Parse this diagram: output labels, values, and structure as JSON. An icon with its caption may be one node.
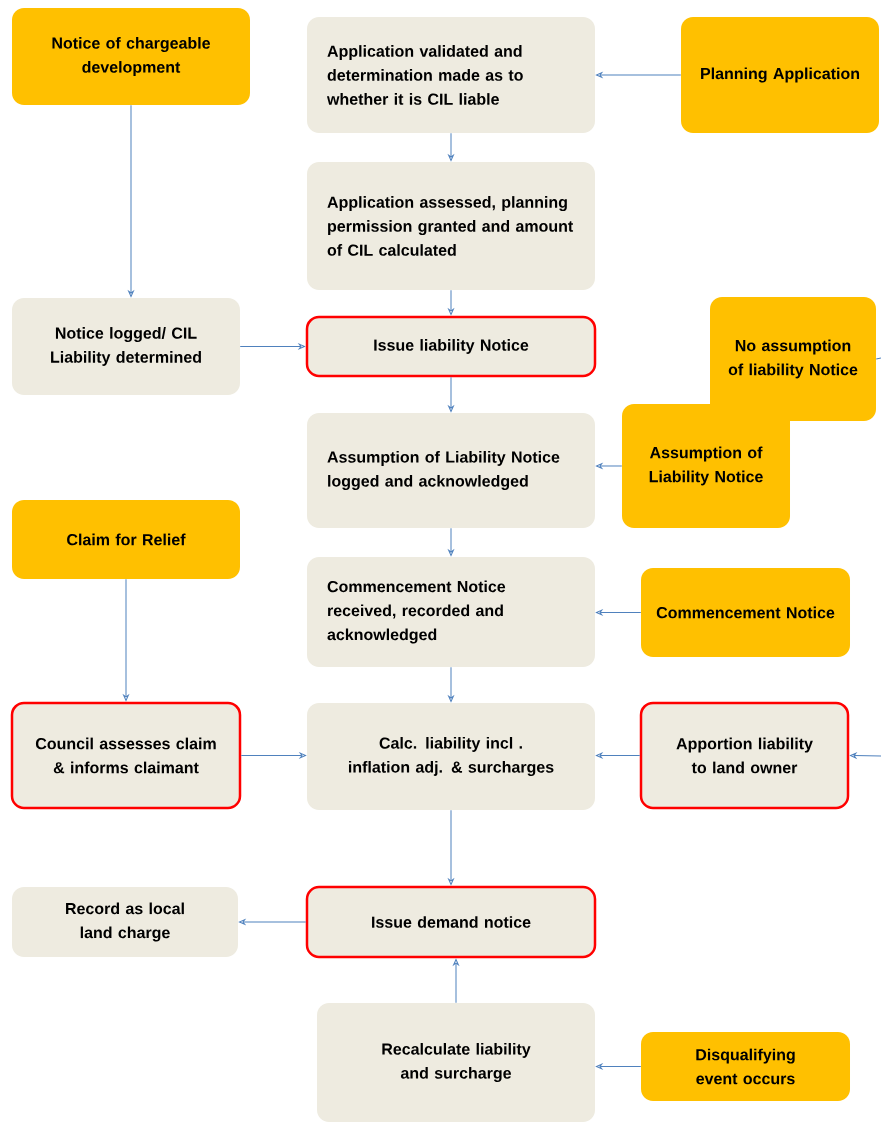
{
  "diagram": {
    "nodes": [
      {
        "text": [
          "Notice of chargeable development"
        ]
      },
      {
        "text": [
          "Application validated and determination made as to whether it is CIL liable"
        ]
      },
      {
        "text": [
          "Planning Application"
        ]
      },
      {
        "text": [
          "Application assessed, planning permission granted and amount of CIL calculated"
        ]
      },
      {
        "text": [
          "Notice logged/ CIL Liability determined"
        ]
      },
      {
        "text": [
          "Issue liability Notice"
        ]
      },
      {
        "text": [
          "No assumption of liability Notice"
        ]
      },
      {
        "text": [
          "Assumption of Liability Notice logged and acknowledged"
        ]
      },
      {
        "text": [
          "Assumption of Liability Notice"
        ]
      },
      {
        "text": [
          "Claim for Relief"
        ]
      },
      {
        "text": [
          "Commencement Notice received, recorded and acknowledged"
        ]
      },
      {
        "text": [
          "Commencement Notice"
        ]
      },
      {
        "text": [
          "Council assesses claim & informs claimant"
        ]
      },
      {
        "text": [
          "Calc. liability incl . inflation adj. & surcharges"
        ]
      },
      {
        "text": [
          "Apportion liability to land owner"
        ]
      },
      {
        "text": [
          "Record as local land charge"
        ]
      },
      {
        "text": [
          "Issue demand notice"
        ]
      },
      {
        "text": [
          "Recalculate liability and surcharge"
        ]
      },
      {
        "text": [
          "Disqualifying event occurs"
        ]
      }
    ],
    "edges": [
      {
        "from": 0,
        "to": 4,
        "arrow": "to"
      },
      {
        "from": 2,
        "to": 1,
        "arrow": "to"
      },
      {
        "from": 1,
        "to": 3,
        "arrow": "to"
      },
      {
        "from": 3,
        "to": 5,
        "arrow": "to"
      },
      {
        "from": 4,
        "to": 5,
        "arrow": "to"
      },
      {
        "from": 5,
        "to": 7,
        "arrow": "to"
      },
      {
        "from": 8,
        "to": 7,
        "arrow": "to"
      },
      {
        "from": 6,
        "to": null,
        "arrow": "none"
      },
      {
        "from": 9,
        "to": 12,
        "arrow": "to"
      },
      {
        "from": 7,
        "to": 10,
        "arrow": "to"
      },
      {
        "from": 11,
        "to": 10,
        "arrow": "to"
      },
      {
        "from": 10,
        "to": 13,
        "arrow": "to"
      },
      {
        "from": 12,
        "to": 13,
        "arrow": "to"
      },
      {
        "from": 14,
        "to": 13,
        "arrow": "to"
      },
      {
        "from": null,
        "to": 14,
        "arrow": "to"
      },
      {
        "from": 13,
        "to": 16,
        "arrow": "to"
      },
      {
        "from": 16,
        "to": 15,
        "arrow": "to"
      },
      {
        "from": 17,
        "to": 16,
        "arrow": "to"
      },
      {
        "from": 18,
        "to": 17,
        "arrow": "to"
      }
    ]
  }
}
